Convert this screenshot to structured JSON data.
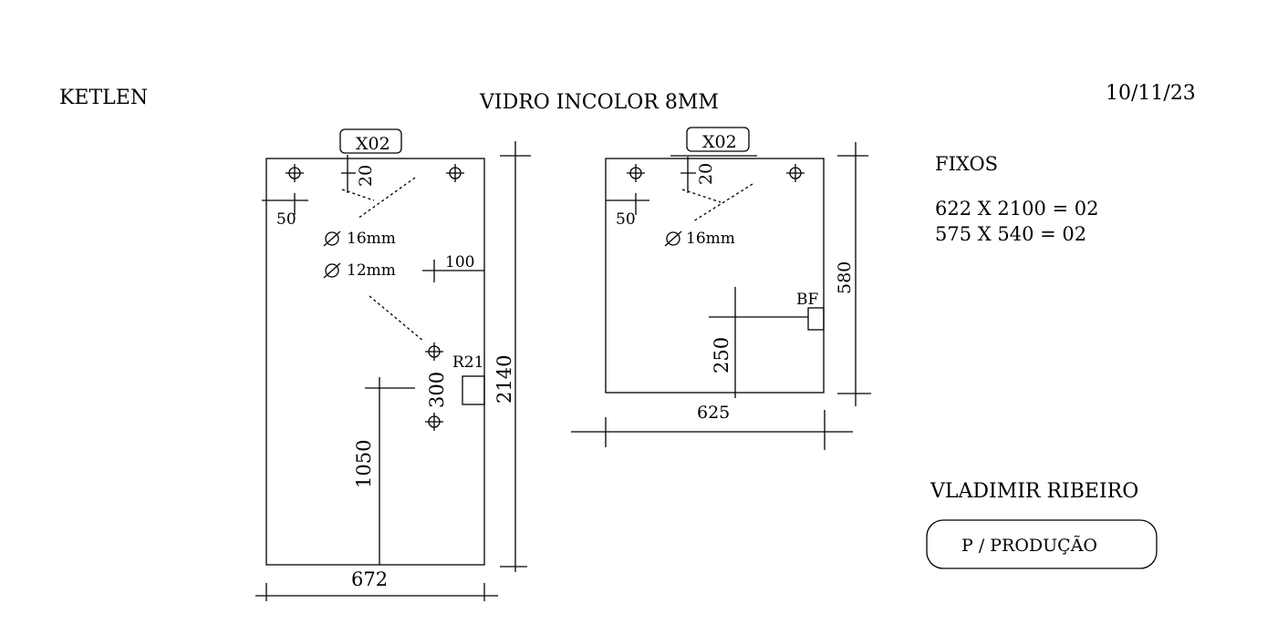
{
  "header": {
    "client": "KETLEN",
    "title": "VIDRO INCOLOR 8MM",
    "date": "10/11/23"
  },
  "panel_left": {
    "tag": "X02",
    "dim_top_offset": "20",
    "dim_side_offset": "50",
    "hole_large": "16mm",
    "hole_small": "12mm",
    "dim_hinge_offset": "100",
    "hardware_code": "R21",
    "dim_handle_spacing": "300",
    "dim_handle_height": "1050",
    "dim_height": "2140",
    "dim_width": "672"
  },
  "panel_right": {
    "tag": "X02",
    "dim_top_offset": "20",
    "dim_side_offset": "50",
    "hole_large": "16mm",
    "hardware_code": "BF",
    "dim_height": "580",
    "dim_hardware_height": "250",
    "dim_width": "625"
  },
  "fixos": {
    "title": "FIXOS",
    "lines": [
      "622 X 2100 = 02",
      "575 X 540 = 02"
    ]
  },
  "footer": {
    "author": "VLADIMIR RIBEIRO",
    "stamp": "P / PRODUÇÃO"
  }
}
